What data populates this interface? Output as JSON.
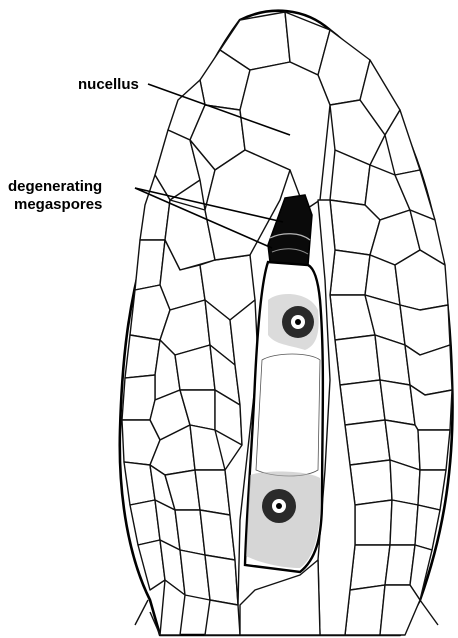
{
  "labels": {
    "nucellus": "nucellus",
    "degenerating_line1": "degenerating",
    "degenerating_line2": "megaspores"
  },
  "colors": {
    "ink": "#000000",
    "stipple": "#9a9a9a",
    "background": "#ffffff"
  }
}
